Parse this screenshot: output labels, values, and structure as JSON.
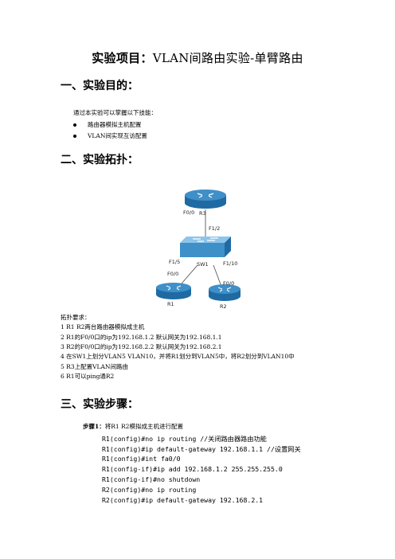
{
  "title": {
    "label": "实验项目：",
    "text": "VLAN间路由实验-单臂路由"
  },
  "sections": {
    "s1": "一、实验目的：",
    "s2": "二、实验拓扑：",
    "s3": "三、实验步骤："
  },
  "objectives": {
    "intro": "通过本实验可以掌握以下技能：",
    "items": [
      "路由器模拟主机配置",
      "VLAN间实现互访配置"
    ]
  },
  "topology": {
    "labels": {
      "r3_port": "F0/0",
      "r3_name": "R3",
      "sw_up": "F1/2",
      "sw_name": "SW1",
      "sw_left": "F1/5",
      "sw_right": "F1/10",
      "r1_port": "F0/0",
      "r2_port": "F0/0",
      "r1_name": "R1",
      "r2_name": "R2"
    }
  },
  "requirements": {
    "heading": "拓扑要求：",
    "items": [
      "1   R1 R2两台路由器模拟成主机",
      "2   R1的F0/0口的ip为192.168.1.2  默认网关为192.168.1.1",
      "3   R2的F0/0口的ip为192.168.2.2  默认网关为192.168.2.1",
      "4   在SW1上划分VLAN5 VLAN10，并将R1划分到VLAN5中，将R2划分到VLAN10中",
      "5   R3上配置VLAN间路由",
      "6   R1可以ping通R2"
    ]
  },
  "steps": {
    "step1_prefix": "步骤1：",
    "step1_text": "将R1 R2模拟成主机进行配置",
    "code": [
      "R1(config)#no ip routing //关闭路由器路由功能",
      "R1(config)#ip default-gateway 192.168.1.1 //设置网关",
      "R1(config)#int fa0/0",
      "R1(config-if)#ip add 192.168.1.2 255.255.255.0",
      "R1(config-if)#no shutdown",
      "R2(config)#no ip routing",
      "R2(config)#ip default-gateway 192.168.2.1"
    ]
  },
  "colors": {
    "router_top": "#3f8fc8",
    "router_side": "#1f6aa3",
    "switch_top": "#5aa3d8"
  }
}
